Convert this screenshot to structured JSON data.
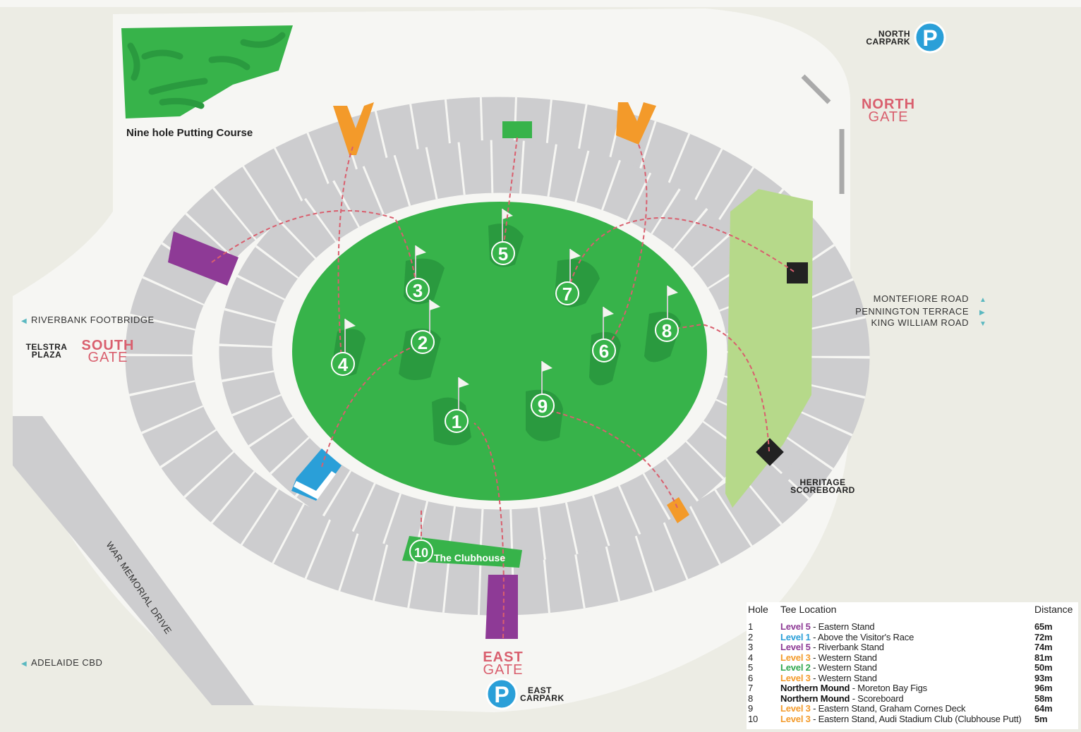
{
  "labels": {
    "putting_course": "Nine hole Putting Course",
    "north_carpark": [
      "NORTH",
      "CARPARK"
    ],
    "north_gate": [
      "NORTH",
      "GATE"
    ],
    "south_gate": [
      "SOUTH",
      "GATE"
    ],
    "east_gate": [
      "EAST",
      "GATE"
    ],
    "east_carpark": [
      "EAST",
      "CARPARK"
    ],
    "telstra_plaza": [
      "TELSTRA",
      "PLAZA"
    ],
    "riverbank_footbridge": "RIVERBANK FOOTBRIDGE",
    "adelaide_cbd": "ADELAIDE CBD",
    "war_memorial_drive": "WAR MEMORIAL DRIVE",
    "heritage_scoreboard": [
      "HERITAGE",
      "SCOREBOARD"
    ],
    "clubhouse": "The Clubhouse",
    "parking_symbol": "P"
  },
  "roads": [
    {
      "name": "MONTEFIORE ROAD",
      "arrow": "▲"
    },
    {
      "name": "PENNINGTON TERRACE",
      "arrow": "▶"
    },
    {
      "name": "KING WILLIAM ROAD",
      "arrow": "▼"
    }
  ],
  "holes_on_map": [
    "1",
    "2",
    "3",
    "4",
    "5",
    "6",
    "7",
    "8",
    "9",
    "10"
  ],
  "legend": {
    "headers": {
      "hole": "Hole",
      "tee": "Tee Location",
      "distance": "Distance"
    },
    "rows": [
      {
        "hole": "1",
        "level": "Level 5",
        "level_color": "#8e3a96",
        "place": " - Eastern Stand",
        "distance": "65m"
      },
      {
        "hole": "2",
        "level": "Level 1",
        "level_color": "#2a9fd8",
        "place": " - Above the Visitor's Race",
        "distance": "72m"
      },
      {
        "hole": "3",
        "level": "Level 5",
        "level_color": "#8e3a96",
        "place": " - Riverbank Stand",
        "distance": "74m"
      },
      {
        "hole": "4",
        "level": "Level 3",
        "level_color": "#f39a2a",
        "place": " - Western Stand",
        "distance": "81m"
      },
      {
        "hole": "5",
        "level": "Level 2",
        "level_color": "#2fa84f",
        "place": " - Western Stand",
        "distance": "50m"
      },
      {
        "hole": "6",
        "level": "Level 3",
        "level_color": "#f39a2a",
        "place": " - Western Stand",
        "distance": "93m"
      },
      {
        "hole": "7",
        "level": "Northern Mound",
        "level_color": "#111111",
        "place": " - Moreton Bay Figs",
        "distance": "96m"
      },
      {
        "hole": "8",
        "level": "Northern Mound",
        "level_color": "#111111",
        "place": " - Scoreboard",
        "distance": "58m"
      },
      {
        "hole": "9",
        "level": "Level 3",
        "level_color": "#f39a2a",
        "place": " - Eastern Stand, Graham Cornes Deck",
        "distance": "64m"
      },
      {
        "hole": "10",
        "level": "Level 3",
        "level_color": "#f39a2a",
        "place": " - Eastern Stand, Audi Stadium Club (Clubhouse Putt)",
        "distance": "5m"
      }
    ]
  },
  "colors": {
    "field": "#37b34a",
    "stand": "#cdcdcf",
    "gate_text": "#d95f6e",
    "parking": "#2a9fd8",
    "mound": "#b6d98a",
    "purple": "#8e3a96",
    "orange": "#f39a2a",
    "blue": "#2a9fd8",
    "route": "#d95f6e"
  }
}
